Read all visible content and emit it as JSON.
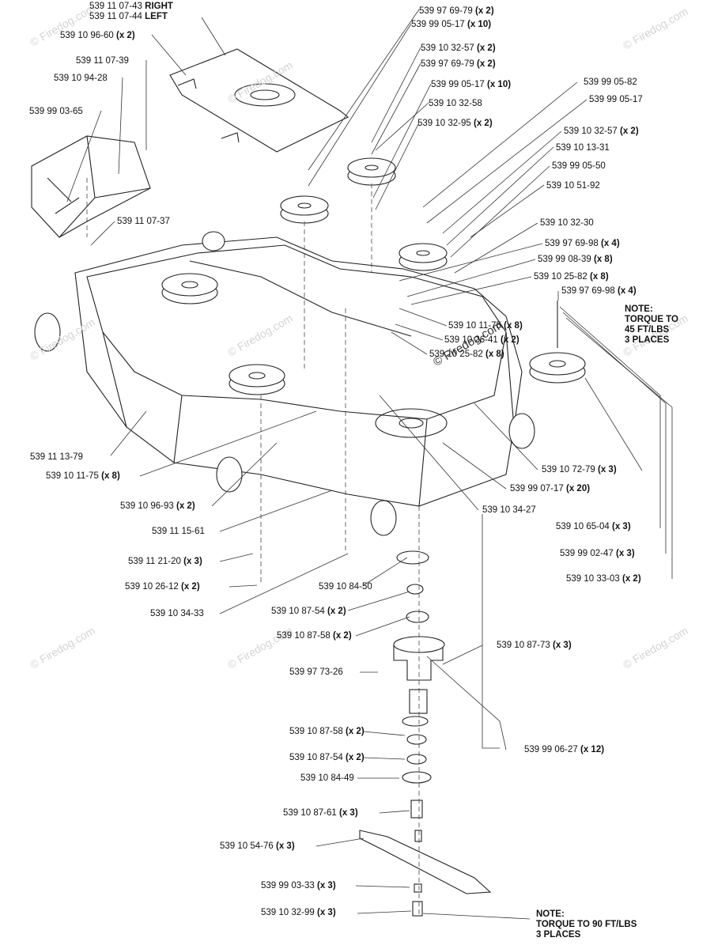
{
  "watermark": {
    "site": "© Firedog.com"
  },
  "labels": [
    {
      "id": "l1",
      "code": "539 11 07-43",
      "suffix": " RIGHT",
      "qty": ""
    },
    {
      "id": "l1b",
      "code": "539 11 07-44",
      "suffix": " LEFT",
      "qty": ""
    },
    {
      "id": "l2",
      "code": "539 10 96-60",
      "qty": "(x 2)"
    },
    {
      "id": "l3",
      "code": "539 11 07-39",
      "qty": ""
    },
    {
      "id": "l4",
      "code": "539 10 94-28",
      "qty": ""
    },
    {
      "id": "l5",
      "code": "539 99 03-65",
      "qty": ""
    },
    {
      "id": "l6",
      "code": "539 11 07-37",
      "qty": ""
    },
    {
      "id": "l7",
      "code": "539 97 69-79",
      "qty": "(x 2)"
    },
    {
      "id": "l8",
      "code": "539 99 05-17",
      "qty": "(x 10)"
    },
    {
      "id": "l9",
      "code": "539 10 32-57",
      "qty": "(x 2)"
    },
    {
      "id": "l10",
      "code": "539 97 69-79",
      "qty": "(x 2)"
    },
    {
      "id": "l11",
      "code": "539 99 05-17",
      "qty": "(x 10)"
    },
    {
      "id": "l12",
      "code": "539 10 32-58",
      "qty": ""
    },
    {
      "id": "l13",
      "code": "539 10 32-95",
      "qty": "(x 2)"
    },
    {
      "id": "l14",
      "code": "539 99 05-82",
      "qty": ""
    },
    {
      "id": "l15",
      "code": "539 99 05-17",
      "qty": ""
    },
    {
      "id": "l16",
      "code": "539 10 32-57",
      "qty": "(x 2)"
    },
    {
      "id": "l17",
      "code": "539 10 13-31",
      "qty": ""
    },
    {
      "id": "l18",
      "code": "539 99 05-50",
      "qty": ""
    },
    {
      "id": "l19",
      "code": "539 10 51-92",
      "qty": ""
    },
    {
      "id": "l20",
      "code": "539 10 32-30",
      "qty": ""
    },
    {
      "id": "l21",
      "code": "539 97 69-98",
      "qty": "(x 4)"
    },
    {
      "id": "l22",
      "code": "539 99 08-39",
      "qty": "(x 8)"
    },
    {
      "id": "l23",
      "code": "539 10 25-82",
      "qty": "(x 8)"
    },
    {
      "id": "l24",
      "code": "539 97 69-98",
      "qty": "(x 4)"
    },
    {
      "id": "l25",
      "code": "539 10 11-75",
      "qty": "(x 8)"
    },
    {
      "id": "l26",
      "code": "539 10 26-41",
      "qty": "(x 2)"
    },
    {
      "id": "l27",
      "code": "539 10 25-82",
      "qty": "(x 8)"
    },
    {
      "id": "l28",
      "code": "539 11 13-79",
      "qty": ""
    },
    {
      "id": "l29",
      "code": "539 10 11-75",
      "qty": "(x 8)"
    },
    {
      "id": "l30",
      "code": "539 10 72-79",
      "qty": "(x 3)"
    },
    {
      "id": "l31",
      "code": "539 99 07-17",
      "qty": "(x 20)"
    },
    {
      "id": "l32",
      "code": "539 10 96-93",
      "qty": "(x 2)"
    },
    {
      "id": "l33",
      "code": "539 10 34-27",
      "qty": ""
    },
    {
      "id": "l34",
      "code": "539 10 65-04",
      "qty": "(x 3)"
    },
    {
      "id": "l35",
      "code": "539 11 15-61",
      "qty": ""
    },
    {
      "id": "l36",
      "code": "539 99 02-47",
      "qty": "(x 3)"
    },
    {
      "id": "l37",
      "code": "539 11 21-20",
      "qty": "(x 3)"
    },
    {
      "id": "l38",
      "code": "539 10 33-03",
      "qty": "(x 2)"
    },
    {
      "id": "l39",
      "code": "539 10 26-12",
      "qty": "(x 2)"
    },
    {
      "id": "l40",
      "code": "539 10 84-50",
      "qty": ""
    },
    {
      "id": "l41",
      "code": "539 10 34-33",
      "qty": ""
    },
    {
      "id": "l42",
      "code": "539 10 87-54",
      "qty": "(x 2)"
    },
    {
      "id": "l43",
      "code": "539 10 87-58",
      "qty": "(x 2)"
    },
    {
      "id": "l44",
      "code": "539 10 87-73",
      "qty": "(x 3)"
    },
    {
      "id": "l45",
      "code": "539 97 73-26",
      "qty": ""
    },
    {
      "id": "l46",
      "code": "539 10 87-58",
      "qty": "(x 2)"
    },
    {
      "id": "l47",
      "code": "539 99 06-27",
      "qty": "(x 12)"
    },
    {
      "id": "l48",
      "code": "539 10 87-54",
      "qty": "(x 2)"
    },
    {
      "id": "l49",
      "code": "539 10 84-49",
      "qty": ""
    },
    {
      "id": "l50",
      "code": "539 10 87-61",
      "qty": "(x 3)"
    },
    {
      "id": "l51",
      "code": "539 10 54-76",
      "qty": "(x 3)"
    },
    {
      "id": "l52",
      "code": "539 99 03-33",
      "qty": "(x 3)"
    },
    {
      "id": "l53",
      "code": "539 10 32-99",
      "qty": "(x 3)"
    }
  ],
  "notes": {
    "top": {
      "line1": "NOTE:",
      "line2": "TORQUE TO",
      "line3": "45 FT/LBS",
      "line4": "3 PLACES"
    },
    "bottom": {
      "line1": "NOTE:",
      "line2": "TORQUE TO 90 FT/LBS",
      "line3": "3 PLACES"
    }
  }
}
